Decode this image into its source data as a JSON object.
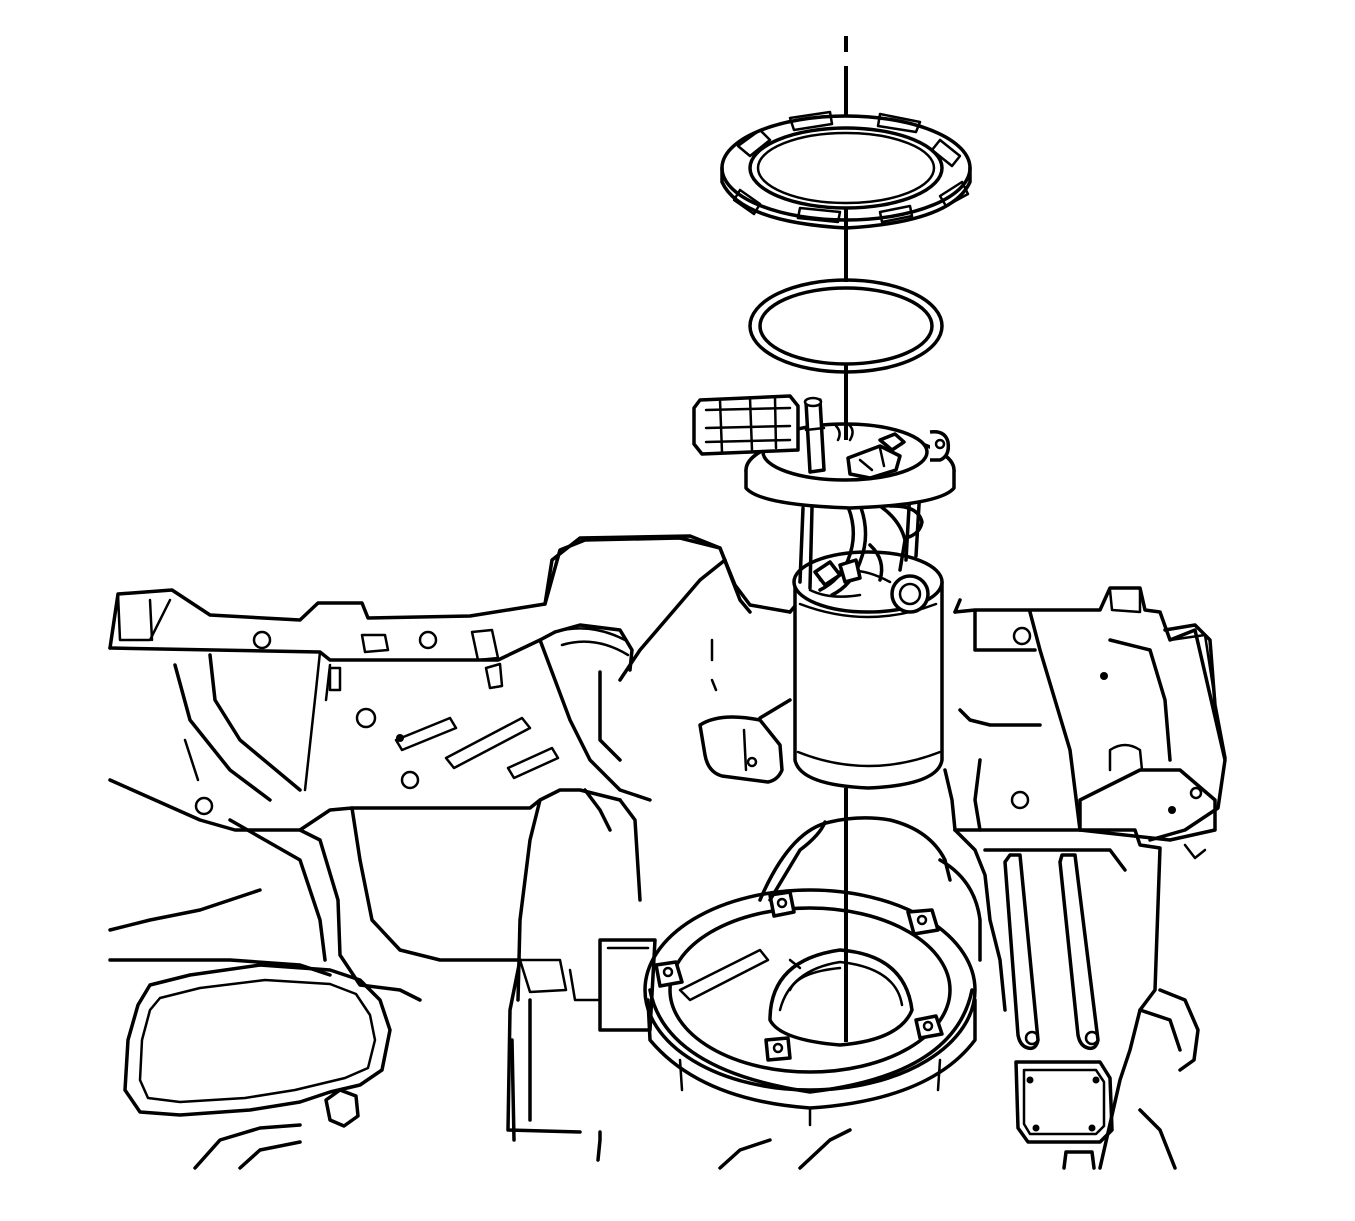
{
  "diagram": {
    "kind": "exploded-view line drawing",
    "colors": {
      "line": "#000000",
      "background": "#ffffff"
    },
    "parts": [
      {
        "id": "lock-ring"
      },
      {
        "id": "seal-o-ring"
      },
      {
        "id": "fuel-sender-module"
      },
      {
        "id": "fuel-tank"
      }
    ]
  }
}
